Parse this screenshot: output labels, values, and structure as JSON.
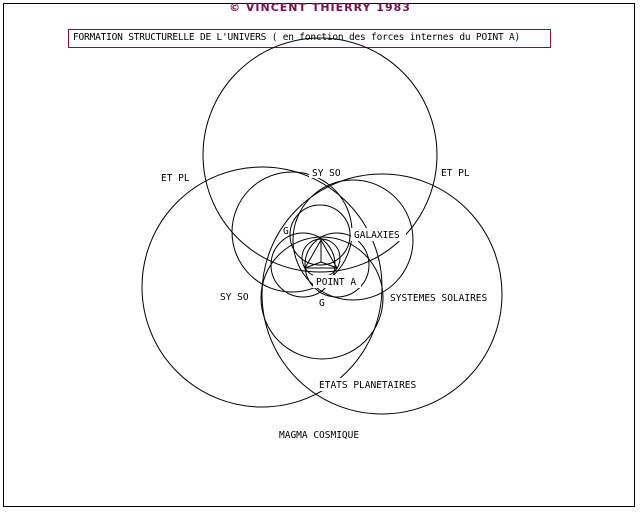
{
  "copyright": "© VINCENT THIERRY 1983",
  "title": "FORMATION STRUCTURELLE DE L'UNIVERS ( en fonction des forces internes du POINT A)",
  "labels": {
    "et_pl_left": "ET PL",
    "et_pl_right": "ET PL",
    "sy_so_top": "SY SO",
    "sy_so_left": "SY SO",
    "g_upper": "G",
    "g_lower": "G",
    "galaxies": "GALAXIES",
    "point_a": "POINT A",
    "systemes_solaires": "SYSTEMES SOLAIRES",
    "etats_planetaires": "ETATS PLANETAIRES",
    "magma_cosmique": "MAGMA COSMIQUE"
  },
  "colors": {
    "accent": "#7a1050",
    "ink": "#000000"
  }
}
